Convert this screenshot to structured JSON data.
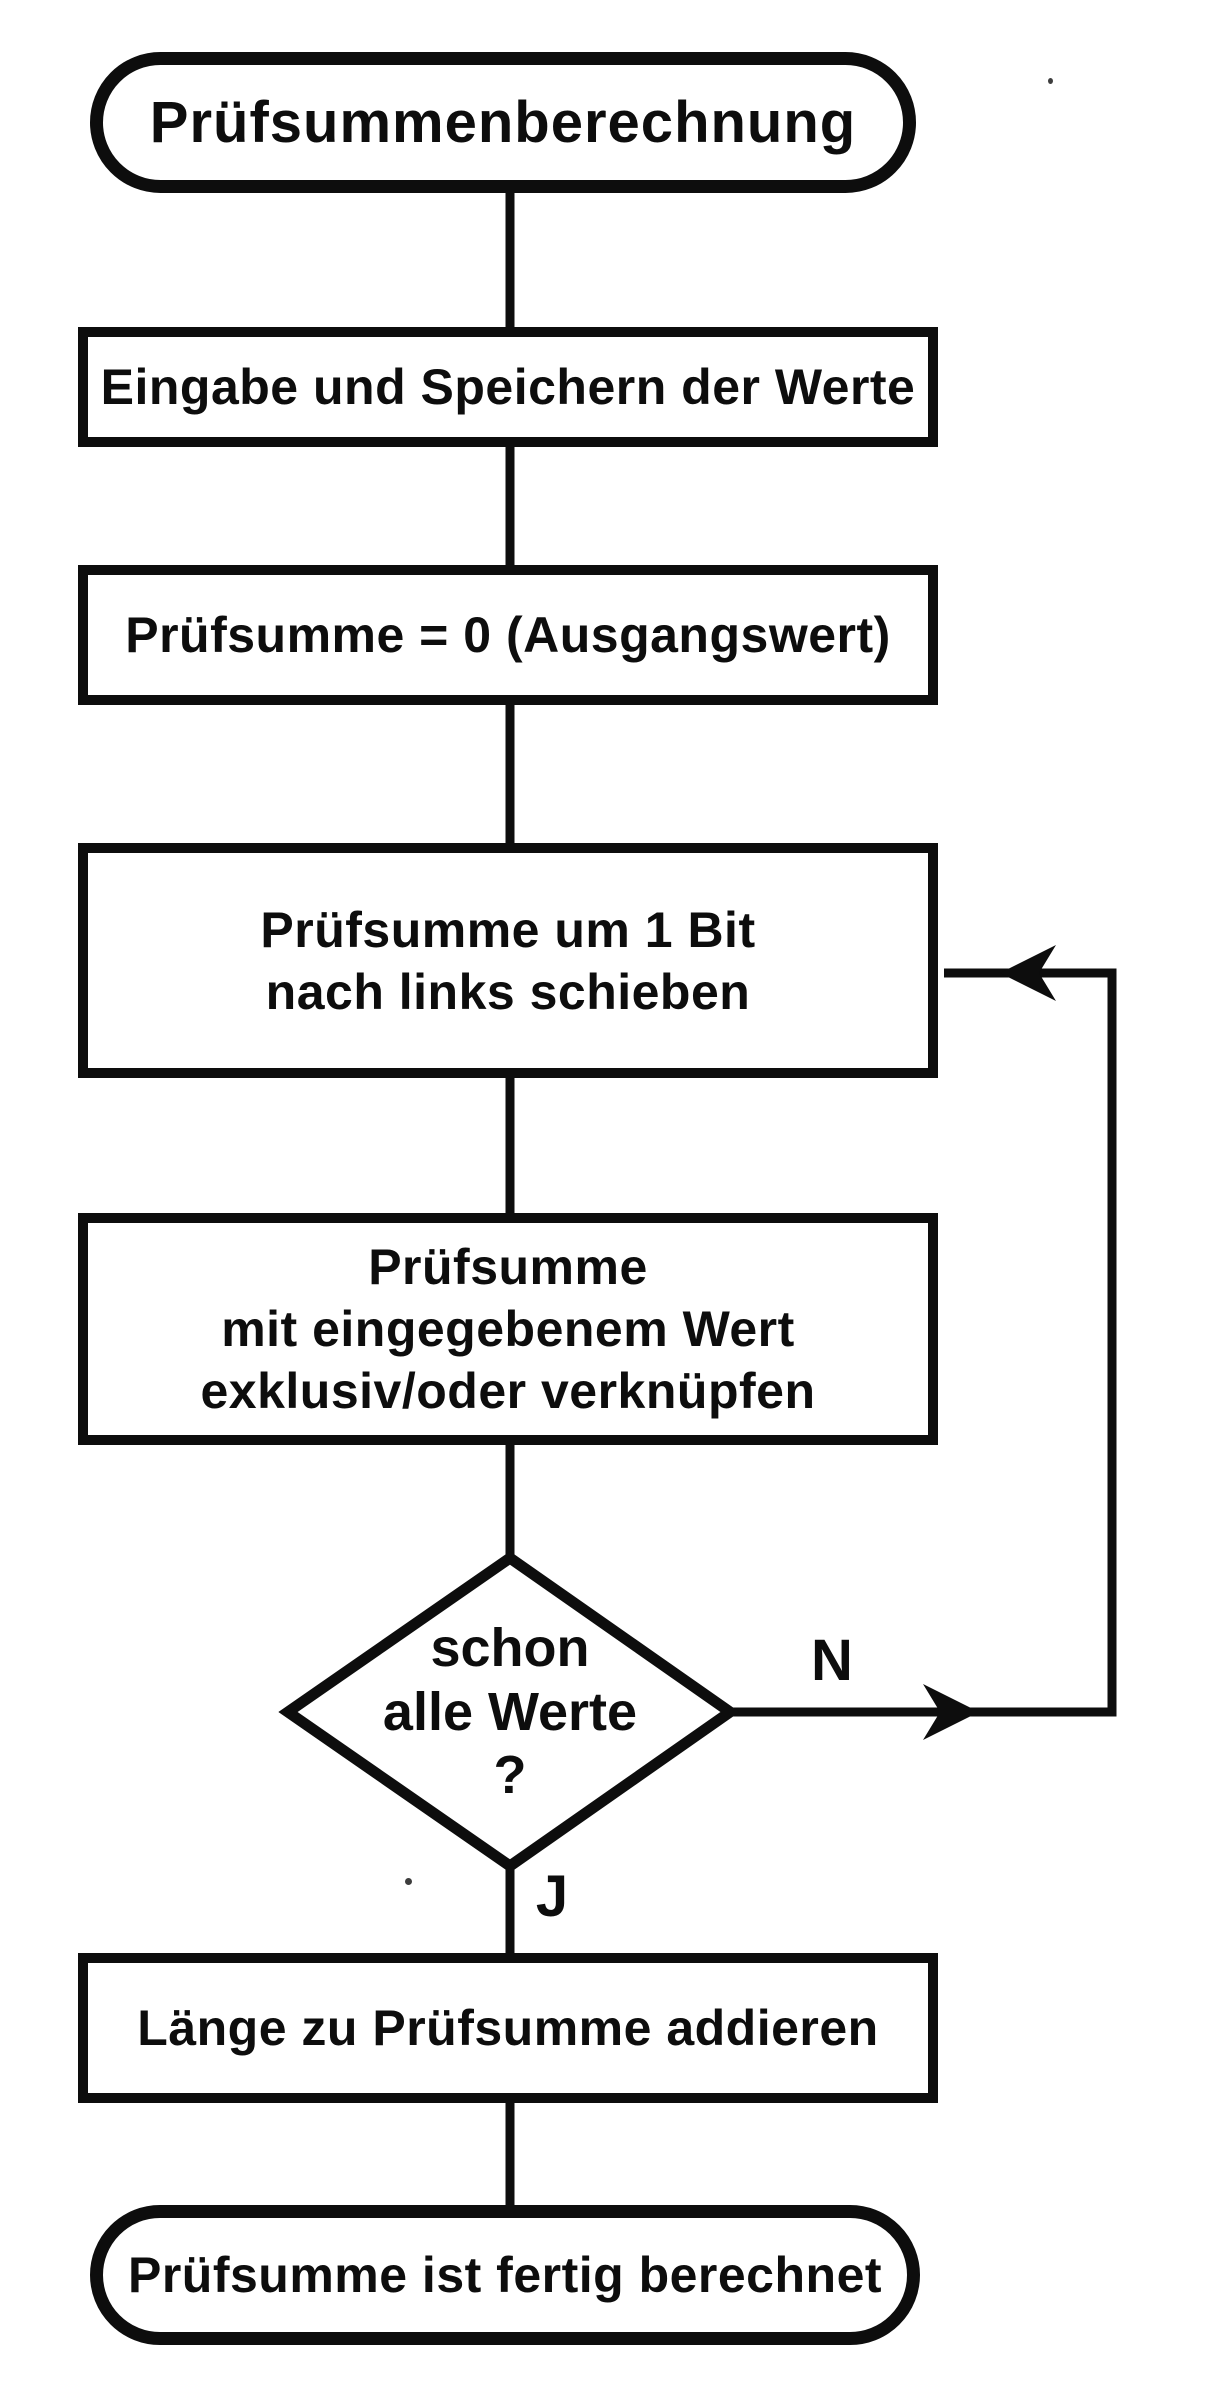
{
  "diagram": {
    "type": "flowchart",
    "language": "de",
    "title": "Prüfsummenberechnung",
    "colors": {
      "ink": "#0d0d0d",
      "paper": "#ffffff"
    },
    "nodes": [
      {
        "id": "start",
        "shape": "terminator",
        "label": "Prüfsummenberechnung"
      },
      {
        "id": "input",
        "shape": "process",
        "label": "Eingabe und Speichern der Werte"
      },
      {
        "id": "init",
        "shape": "process",
        "label": "Prüfsumme = 0 (Ausgangswert)"
      },
      {
        "id": "shift",
        "shape": "process",
        "lines": [
          "Prüfsumme um 1 Bit",
          "nach links schieben"
        ]
      },
      {
        "id": "xor",
        "shape": "process",
        "lines": [
          "Prüfsumme",
          "mit eingegebenem Wert",
          "exklusiv/oder verknüpfen"
        ]
      },
      {
        "id": "decision",
        "shape": "decision",
        "lines": [
          "schon",
          "alle Werte",
          "?"
        ]
      },
      {
        "id": "addlen",
        "shape": "process",
        "label": "Länge zu Prüfsumme addieren"
      },
      {
        "id": "end",
        "shape": "terminator",
        "label": "Prüfsumme ist fertig berechnet"
      }
    ],
    "branch_labels": {
      "no": "N",
      "yes": "J"
    }
  }
}
